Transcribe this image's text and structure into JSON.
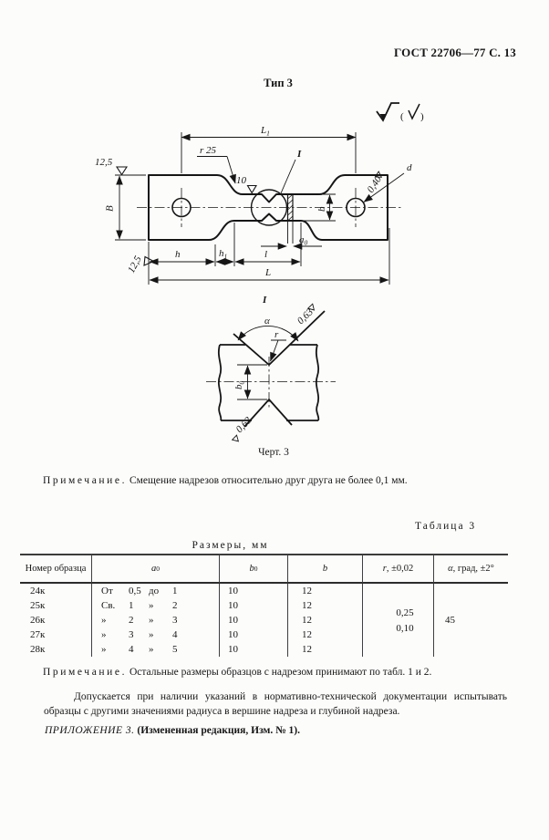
{
  "page": {
    "header": "ГОСТ 22706—77 С. 13",
    "type_title": "Тип 3",
    "figure_caption": "Черт. 3",
    "figure_note_label": "Примечание.",
    "figure_note_text": "Смещение надрезов относительно друг друга не более 0,1 мм.",
    "table_note_label": "Примечание.",
    "table_note_text": "Остальные размеры образцов с надрезом принимают по табл. 1 и 2.",
    "paragraph": "Допускается при наличии указаний в нормативно-технической документации испытывать образцы с другими значениями радиуса в вершине надреза и глубиной надреза.",
    "appendix_title": "ПРИЛОЖЕНИЕ 3.",
    "appendix_note": "(Измененная редакция, Изм. № 1)."
  },
  "drawing": {
    "surface_paren_open": "(",
    "surface_paren_close": ")",
    "roughness_top_left": "12,5",
    "roughness_bottom_left": "12,5",
    "roughness_notch": "10",
    "roughness_hole": "0,40",
    "fillet_radius": "r 25",
    "detail_ref": "I",
    "dim_L1": {
      "base": "L",
      "sub": "1"
    },
    "dim_B": "В",
    "dim_b": "b",
    "dim_d": "d",
    "dim_a0": {
      "base": "a",
      "sub": "0"
    },
    "dim_h": "h",
    "dim_h1": {
      "base": "h",
      "sub": "1"
    },
    "dim_l": "l",
    "dim_L": "L"
  },
  "detail_view": {
    "title": "I",
    "angle": "α",
    "radius": "r",
    "dim_b0": {
      "base": "b",
      "sub": "0"
    },
    "roughness_faces": "0,63"
  },
  "table": {
    "caption": "Таблица 3",
    "units_title": "Размеры, мм",
    "headers": {
      "specimen": "Номер образца",
      "a0": {
        "var": "a",
        "sub": "0"
      },
      "b0": {
        "var": "b",
        "sub": "0"
      },
      "b": {
        "var": "b"
      },
      "r": {
        "var": "r",
        "rest": ", ±0,02"
      },
      "alpha": {
        "var": "α",
        "rest": ", град, ±2°"
      }
    },
    "rows": [
      {
        "num": "24к",
        "range_prefix": "От",
        "v1": "0,5",
        "range_mid": "до",
        "v2": "1",
        "b0": "10",
        "b": "12"
      },
      {
        "num": "25к",
        "range_prefix": "Св.",
        "v1": "1",
        "range_mid": "»",
        "v2": "2",
        "b0": "10",
        "b": "12"
      },
      {
        "num": "26к",
        "range_prefix": "»",
        "v1": "2",
        "range_mid": "»",
        "v2": "3",
        "b0": "10",
        "b": "12"
      },
      {
        "num": "27к",
        "range_prefix": "»",
        "v1": "3",
        "range_mid": "»",
        "v2": "4",
        "b0": "10",
        "b": "12"
      },
      {
        "num": "28к",
        "range_prefix": "»",
        "v1": "4",
        "range_mid": "»",
        "v2": "5",
        "b0": "10",
        "b": "12"
      }
    ],
    "r_values": [
      "0,25",
      "0,10"
    ],
    "alpha_value": "45"
  }
}
